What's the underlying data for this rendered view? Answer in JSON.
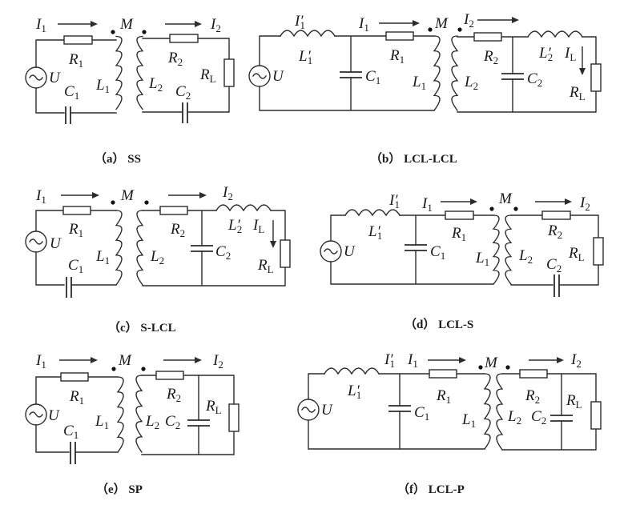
{
  "figure": {
    "panels": [
      {
        "id": "a",
        "caption": "（a） SS",
        "topology": "SS",
        "labels": {
          "I1": "I",
          "I1s": "1",
          "I2": "I",
          "I2s": "2",
          "M": "M",
          "R1": "R",
          "R1s": "1",
          "R2": "R",
          "R2s": "2",
          "RL": "R",
          "RLs": "L",
          "U": "U",
          "C1": "C",
          "C1s": "1",
          "C2": "C",
          "C2s": "2",
          "L1": "L",
          "L1s": "1",
          "L2": "L",
          "L2s": "2"
        }
      },
      {
        "id": "b",
        "caption": "（b） LCL-LCL",
        "topology": "LCL-LCL",
        "labels": {
          "I1p": "I′",
          "I1ps": "1",
          "L1p": "L′",
          "L1ps": "1",
          "I1": "I",
          "I1s": "1",
          "M": "M",
          "I2": "I",
          "I2s": "2",
          "R1": "R",
          "R1s": "1",
          "R2": "R",
          "R2s": "2",
          "L2p": "L′",
          "L2ps": "2",
          "IL": "I",
          "ILs": "L",
          "U": "U",
          "C1": "C",
          "C1s": "1",
          "C2": "C",
          "C2s": "2",
          "L1": "L",
          "L1s": "1",
          "L2": "L",
          "L2s": "2",
          "RL": "R",
          "RLs": "L"
        }
      },
      {
        "id": "c",
        "caption": "（c） S-LCL",
        "topology": "S-LCL",
        "labels": {
          "I1": "I",
          "I1s": "1",
          "M": "M",
          "I2": "I",
          "I2s": "2",
          "R1": "R",
          "R1s": "1",
          "R2": "R",
          "R2s": "2",
          "L2p": "L′",
          "L2ps": "2",
          "IL": "I",
          "ILs": "L",
          "U": "U",
          "C1": "C",
          "C1s": "1",
          "C2": "C",
          "C2s": "2",
          "L1": "L",
          "L1s": "1",
          "L2": "L",
          "L2s": "2",
          "RL": "R",
          "RLs": "L"
        }
      },
      {
        "id": "d",
        "caption": "（d） LCL-S",
        "topology": "LCL-S",
        "labels": {
          "I1p": "I′",
          "I1ps": "1",
          "L1p": "L′",
          "L1ps": "1",
          "I1": "I",
          "I1s": "1",
          "M": "M",
          "I2": "I",
          "I2s": "2",
          "R1": "R",
          "R1s": "1",
          "R2": "R",
          "R2s": "2",
          "U": "U",
          "C1": "C",
          "C1s": "1",
          "C2": "C",
          "C2s": "2",
          "L1": "L",
          "L1s": "1",
          "L2": "L",
          "L2s": "2",
          "RL": "R",
          "RLs": "L"
        }
      },
      {
        "id": "e",
        "caption": "（e） SP",
        "topology": "SP",
        "labels": {
          "I1": "I",
          "I1s": "1",
          "M": "M",
          "I2": "I",
          "I2s": "2",
          "R1": "R",
          "R1s": "1",
          "R2": "R",
          "R2s": "2",
          "RL": "R",
          "RLs": "L",
          "U": "U",
          "C1": "C",
          "C1s": "1",
          "C2": "C",
          "C2s": "2",
          "L1": "L",
          "L1s": "1",
          "L2": "L",
          "L2s": "2"
        }
      },
      {
        "id": "f",
        "caption": "（f） LCL-P",
        "topology": "LCL-P",
        "labels": {
          "I1p": "I′",
          "I1ps": "1",
          "L1p": "L′",
          "L1ps": "1",
          "I1": "I",
          "I1s": "1",
          "M": "M",
          "I2": "I",
          "I2s": "2",
          "R1": "R",
          "R1s": "1",
          "R2": "R",
          "R2s": "2",
          "RL": "R",
          "RLs": "L",
          "U": "U",
          "C1": "C",
          "C1s": "1",
          "C2": "C",
          "C2s": "2",
          "L1": "L",
          "L1s": "1",
          "L2": "L",
          "L2s": "2"
        }
      }
    ]
  }
}
